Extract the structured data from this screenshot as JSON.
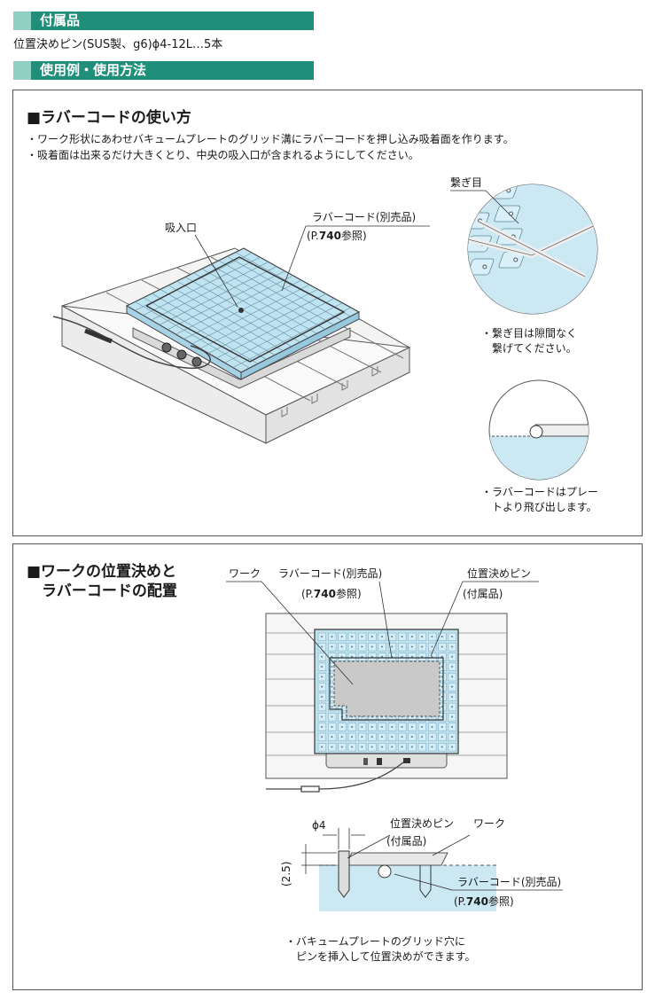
{
  "sections": {
    "accessories": {
      "title": "付属品",
      "text": "位置決めピン(SUS製、g6)ϕ4-12L…5本"
    },
    "usage": {
      "title": "使用例・使用方法"
    }
  },
  "box1": {
    "title": "■ラバーコードの使い方",
    "bullets": [
      "・ワーク形状にあわせバキュームプレートのグリッド溝にラバーコードを押し込み吸着面を作ります。",
      "・吸着面は出来るだけ大きくとり、中央の吸入口が含まれるようにしてください。"
    ],
    "labels": {
      "inlet": "吸入口",
      "cord": "ラバーコード(別売品)",
      "cord_ref_pre": "(P.",
      "cord_ref_num": "740",
      "cord_ref_post": "参照)",
      "joint": "繋ぎ目",
      "joint_note_1": "・繋ぎ目は隙間なく",
      "joint_note_2": "　繋げてください。",
      "protrude_note_1": "・ラバーコードはプレー",
      "protrude_note_2": "　トより飛び出します。"
    }
  },
  "box2": {
    "title_1": "■ワークの位置決めと",
    "title_2": "　ラバーコードの配置",
    "labels": {
      "work": "ワーク",
      "cord": "ラバーコード(別売品)",
      "cord_ref_pre": "(P.",
      "cord_ref_num": "740",
      "cord_ref_post": "参照)",
      "pin": "位置決めピン",
      "pin_sub": "(付属品)",
      "dia": "ϕ4",
      "depth": "(2.5)",
      "pin2": "位置決めピン",
      "pin2_sub": "(付属品)",
      "work2": "ワーク",
      "cord2": "ラバーコード(別売品)",
      "cord2_ref_pre": "(P.",
      "cord2_ref_num": "740",
      "cord2_ref_post": "参照)",
      "note_1": "・バキュームプレートのグリッド穴に",
      "note_2": "　ピンを挿入して位置決めができます。"
    }
  },
  "colors": {
    "header": "#1f8f7a",
    "header_tab": "#8fd0c2",
    "plate": "#bfe3f1",
    "rubber": "#4a4a4a"
  }
}
